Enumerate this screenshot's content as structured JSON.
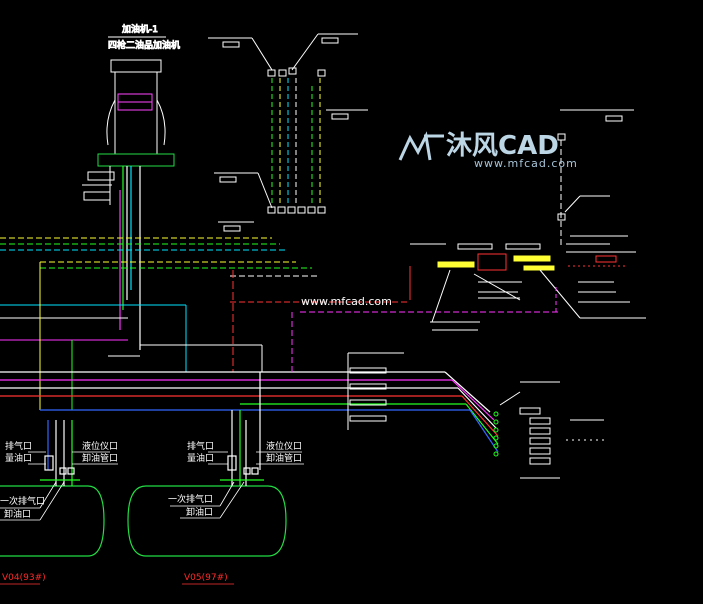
{
  "dispenser": {
    "title_line1": "加油机-1",
    "title_line2": "四枪二油品加油机"
  },
  "tank_left": {
    "label": "V04(93#)",
    "port_vent": "排气口",
    "port_measure": "量油口",
    "port_level": "液位仪口",
    "port_unload": "卸油管口",
    "port_oneway_vent": "一次排气口",
    "port_fill": "卸油口"
  },
  "tank_right": {
    "label": "V05(97#)",
    "port_vent": "排气口",
    "port_measure": "量油口",
    "port_level": "液位仪口",
    "port_unload": "卸油管口",
    "port_oneway_vent": "一次排气口",
    "port_fill": "卸油口"
  },
  "watermark": {
    "brand": "沐风CAD",
    "domain": "www.mfcad.com",
    "site_center": "www.mfcad.com"
  },
  "colors": {
    "background": "#000000",
    "pipe_white": "#ffffff",
    "pipe_cyan": "#00e5ff",
    "pipe_green": "#22ff22",
    "pipe_magenta": "#ff33ff",
    "pipe_red": "#ff3333",
    "pipe_yellow": "#ffff33",
    "pipe_blue": "#3366ff",
    "tank_green": "#22dd44"
  }
}
